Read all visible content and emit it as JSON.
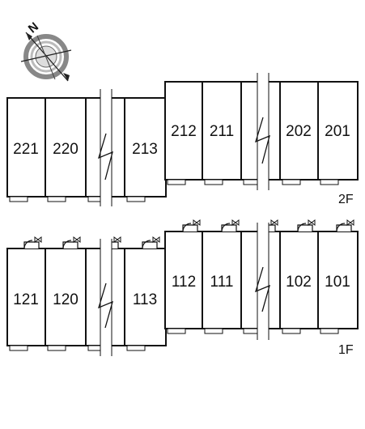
{
  "compass": {
    "label": "N",
    "icon": "compass-rose-icon"
  },
  "floors": [
    {
      "id": "2F",
      "label": "2F",
      "units": [
        "221",
        "220",
        "",
        "213",
        "212",
        "211",
        "",
        "202",
        "201"
      ]
    },
    {
      "id": "1F",
      "label": "1F",
      "units": [
        "121",
        "120",
        "",
        "113",
        "112",
        "111",
        "",
        "102",
        "101"
      ]
    }
  ]
}
